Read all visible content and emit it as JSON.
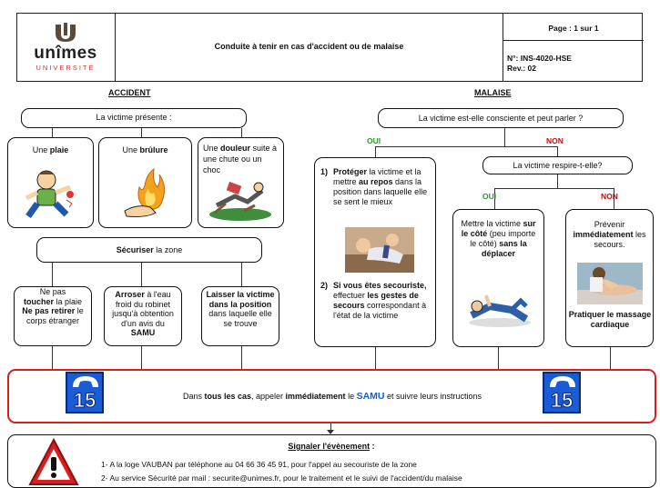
{
  "header": {
    "logo_text": "unîmes",
    "logo_sub": "UNIVERSITÉ",
    "title": "Conduite à tenir en cas d'accident ou de malaise",
    "page": "Page : 1 sur 1",
    "ref": "N°: INS-4020-HSE",
    "rev": "Rev.: 02"
  },
  "accident": {
    "heading": "ACCIDENT",
    "presente": "La victime présente :",
    "plaie": {
      "a": "Une ",
      "b": "plaie"
    },
    "brulure": {
      "a": "Une ",
      "b": "brûlure"
    },
    "douleur": {
      "a": "Une ",
      "b": "douleur",
      "c": " suite à une chute ou un choc"
    },
    "securiser": {
      "b": "Sécuriser",
      "a": " la zone"
    },
    "col1": {
      "l1": "Ne pas",
      "l2": "toucher",
      "l3": " la plaie",
      "l4": "Ne pas retirer",
      "l5": " le corps étranger"
    },
    "col2": {
      "b": "Arroser",
      "a": " à l'eau froid du robinet jusqu'à obtention d'un avis du ",
      "c": "SAMU"
    },
    "col3": {
      "b": "Laisser la victime dans la position",
      "a": " dans laquelle elle se trouve"
    }
  },
  "malaise": {
    "heading": "MALAISE",
    "question": "La victime est-elle consciente et peut parler ?",
    "oui": "OUI",
    "non": "NON",
    "respire": "La victime respire-t-elle?",
    "oui2": "OUI",
    "non2": "NON",
    "step1": {
      "n": "1)",
      "b1": "Protéger",
      "a1": " la victime et la mettre ",
      "b2": "au repos",
      "a2": " dans la position dans laquelle elle se sent le mieux"
    },
    "step2": {
      "n": "2)",
      "b1": "Si vous êtes secouriste,",
      "a1": " effectuer  ",
      "b2": "les gestes de secours",
      "a2": " correspondant à l'état de la victime"
    },
    "cote": {
      "a": "Mettre la victime ",
      "b": "sur le côté",
      "c": " (peu importe le côté) ",
      "d": "sans la déplacer"
    },
    "prevenir": {
      "a": "Prévenir ",
      "b": "immédiatement",
      "c": " les secours."
    },
    "massage": "Pratiquer le massage cardiaque"
  },
  "samu_banner": {
    "a": "Dans ",
    "b": "tous les cas",
    "c": ", appeler ",
    "d": "immédiatement",
    "e": " le ",
    "f": "SAMU",
    "g": " et suivre leurs instructions",
    "icon_number": "15"
  },
  "signaler": {
    "title": "Signaler l'évènement",
    "colon": " :",
    "line1": "1- A la loge VAUBAN par téléphone au  04 66 36 45 91, pour l'appel au secouriste de la zone",
    "line2": "2- Au service Sécurité par mail : securite@unimes.fr, pour le traitement et le suivi de l'accident/du malaise"
  },
  "colors": {
    "green": "#2a9a2a",
    "red": "#e00000",
    "samu_blue": "#1a5bd6",
    "samu_border": "#d91e1e"
  }
}
